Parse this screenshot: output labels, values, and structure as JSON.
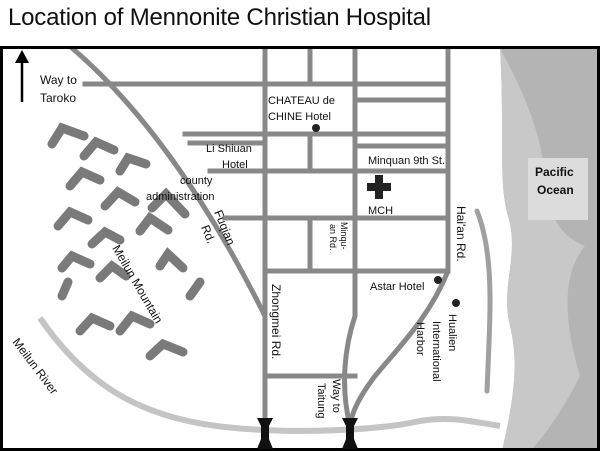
{
  "title": "Location of Mennonite Christian Hospital",
  "labels": {
    "way_to_taroko_1": "Way to",
    "way_to_taroko_2": "Taroko",
    "chateau_1": "CHATEAU de",
    "chateau_2": "CHINE Hotel",
    "li_shiuan_1": "Li Shiuan",
    "li_shiuan_2": "Hotel",
    "county_1": "county",
    "county_2": "administration",
    "minquan_9th": "Minquan 9th St.",
    "mch": "MCH",
    "pacific_1": "Pacific",
    "pacific_2": "Ocean",
    "fuqian": "Fuqian",
    "fuqian_rd": "Rd.",
    "minqu_1": "Minqu-",
    "minqu_2": "an Rd.",
    "haian": "Hai'an Rd.",
    "meilun_mountain": "Meilun Mountain",
    "astar": "Astar Hotel",
    "zhongmei": "Zhongmei Rd.",
    "hualien_1": "Hualien",
    "hualien_2": "International",
    "hualien_3": "Harbor",
    "meilun_river": "Meilun River",
    "way_taitung_1": "Way to",
    "way_taitung_2": "Taitung"
  },
  "colors": {
    "road": "#888888",
    "ocean": "#b4b4b4",
    "shore": "#cfcfcf",
    "river": "#c4c4c4",
    "mountain": "#7a7a7a",
    "frame": "#000000"
  },
  "icons": [
    "north-arrow-icon",
    "hospital-cross-icon",
    "poi-dot-icon",
    "bridge-icon"
  ]
}
